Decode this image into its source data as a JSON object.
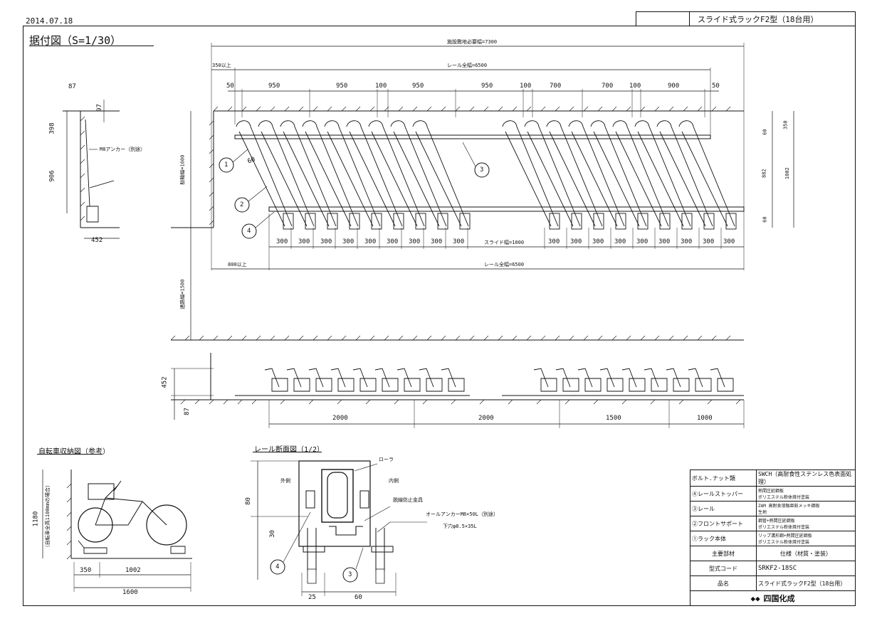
{
  "header": {
    "date": "2014.07.18",
    "title": "スライド式ラックF2型（18台用）"
  },
  "main_view": {
    "title": "据付図（S=1/30）",
    "dims_top": {
      "total": "施設敷地必要幅=7300",
      "clearance": "350以上",
      "rail_total": "レール全幅=6500",
      "spacings": [
        "50",
        "950",
        "950",
        "100",
        "950",
        "950",
        "100",
        "700",
        "700",
        "100",
        "900",
        "50"
      ]
    },
    "dims_bottom": {
      "spacings_left": [
        "300",
        "300",
        "300",
        "300",
        "300",
        "300",
        "300",
        "300",
        "300"
      ],
      "slide": "スライド幅=1000",
      "spacings_right": [
        "300",
        "300",
        "300",
        "300",
        "300",
        "300",
        "300",
        "300",
        "300"
      ],
      "clearance": "800以上",
      "rail_total": "レール全幅=6500"
    },
    "dims_right": [
      "60",
      "350",
      "882",
      "1002",
      "60"
    ],
    "dims_left": {
      "depth": "駐輪幅=1600",
      "aisle": "通路幅=1500"
    },
    "angle": "60",
    "callouts": [
      "1",
      "2",
      "3",
      "4"
    ]
  },
  "side_view": {
    "dims": [
      "87",
      "97",
      "398",
      "906",
      "452"
    ],
    "anchor_label": "M8アンカー（別途）"
  },
  "elevation": {
    "dims_left": [
      "452",
      "87"
    ],
    "dims_bottom": [
      "2000",
      "2000",
      "1500",
      "1000"
    ]
  },
  "bicycle_view": {
    "title": "自転車収納図（参考）",
    "dims": [
      "350",
      "1002",
      "1600"
    ],
    "height": "1180",
    "height_note": "（自転車全高1100mmの場合）"
  },
  "rail_section": {
    "title": "レール断面図（1/2）",
    "labels": {
      "roller": "ローラ",
      "inner": "内側",
      "outer": "外側",
      "derail": "脱線防止金具",
      "anchor": "オールアンカーM8×50L（別途）",
      "hole": "下穴φ8.5×35L"
    },
    "dims": [
      "80",
      "30",
      "25",
      "60"
    ],
    "callouts": [
      "4",
      "3"
    ]
  },
  "parts_table": {
    "rows": [
      {
        "name": "ボルト.ナット類",
        "spec": "SWCH（高耐食性ステンレス色表面処理）"
      },
      {
        "name": "④レールストッパー",
        "spec": "熱間圧延鋼板\nポリエステル粉体焼付塗装"
      },
      {
        "name": "③レール",
        "spec": "ZAM 高耐食溶融亜鉛メッキ鋼板\n生地"
      },
      {
        "name": "②フロントサポート",
        "spec": "鋼管+熱間圧延鋼板\nポリエステル粉体焼付塗装"
      },
      {
        "name": "①ラック本体",
        "spec": "リップ溝形鋼+熱間圧延鋼板\nポリエステル粉体焼付塗装"
      }
    ],
    "header_name": "主要部材",
    "header_spec": "仕様（材質・塗装）",
    "code_label": "型式コード",
    "code_value": "SRKF2-18SC",
    "product_label": "品名",
    "product_value": "スライド式ラックF2型（18台用）",
    "company": "四国化成"
  }
}
